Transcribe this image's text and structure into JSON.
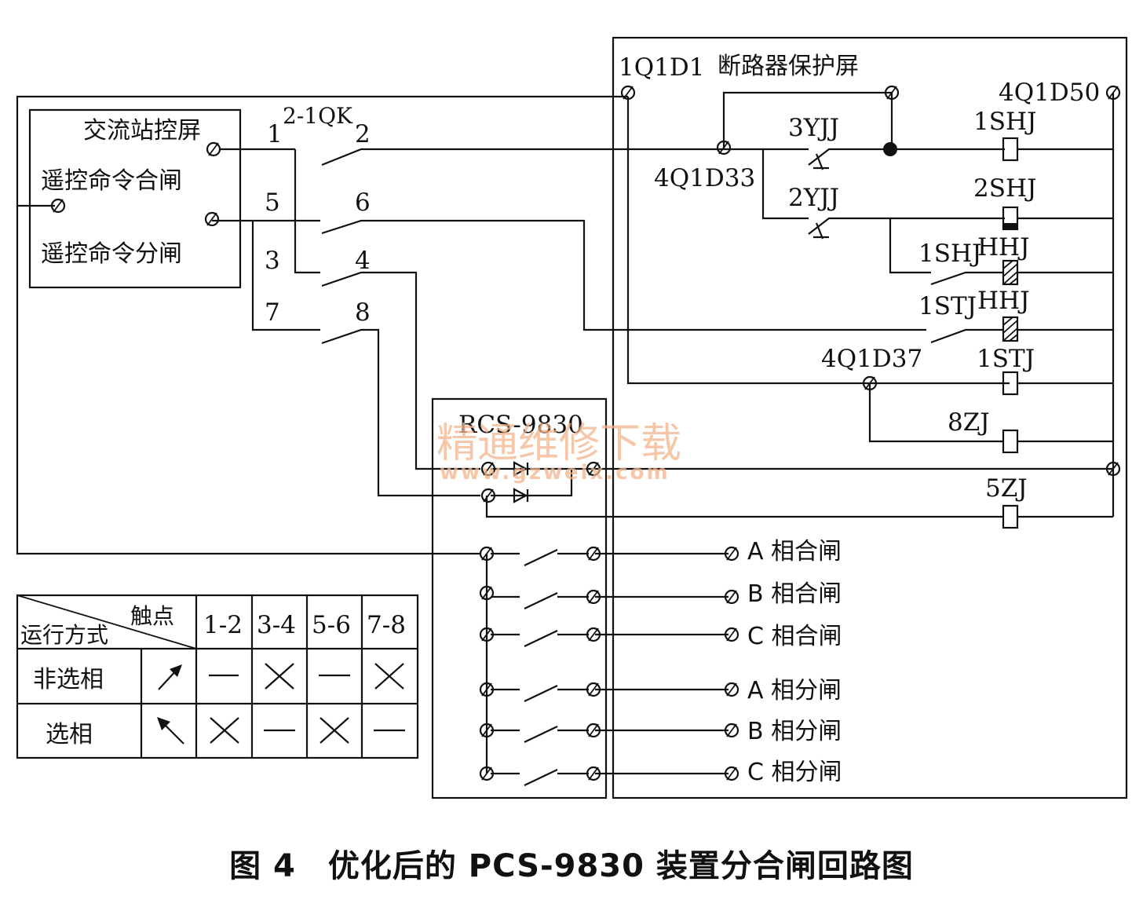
{
  "blocks": {
    "ac_panel": {
      "title": "交流站控屏",
      "close_cmd": "遥控命令合闸",
      "open_cmd": "遥控命令分闸"
    },
    "breaker_panel": {
      "terminal": "1Q1D1",
      "title": "断路器保护屏"
    },
    "device": {
      "name": "RCS-9830"
    }
  },
  "switch": {
    "name": "2-1QK",
    "contacts": [
      "1",
      "2",
      "5",
      "6",
      "3",
      "4",
      "7",
      "8"
    ]
  },
  "terminals": {
    "d50": "4Q1D50",
    "d33": "4Q1D33",
    "d37": "4Q1D37"
  },
  "relays": {
    "yjj3": "3YJJ",
    "yjj2": "2YJJ",
    "shj1": "1SHJ",
    "shj2": "2SHJ",
    "shj_contact": "1SHJ",
    "hhj1": "HHJ",
    "stj_contact": "1STJ",
    "hhj2": "HHJ",
    "stj_coil": "1STJ",
    "zj8": "8ZJ",
    "zj5": "5ZJ"
  },
  "outputs": [
    "A 相合闸",
    "B 相合闸",
    "C 相合闸",
    "A 相分闸",
    "B 相分闸",
    "C 相分闸"
  ],
  "table": {
    "header_top": "触点",
    "header_bottom": "运行方式",
    "columns": [
      "1-2",
      "3-4",
      "5-6",
      "7-8"
    ],
    "rows": [
      {
        "mode": "非选相",
        "arrow": "arrow-up-right-icon",
        "marks": [
          "—",
          "×",
          "—",
          "×"
        ]
      },
      {
        "mode": "选相",
        "arrow": "arrow-up-left-icon",
        "marks": [
          "×",
          "—",
          "×",
          "—"
        ]
      }
    ]
  },
  "watermark": {
    "text": "精通维修下载",
    "url": "www.gzweix.com"
  },
  "caption": "图 4　优化后的 PCS-9830 装置分合闸回路图"
}
